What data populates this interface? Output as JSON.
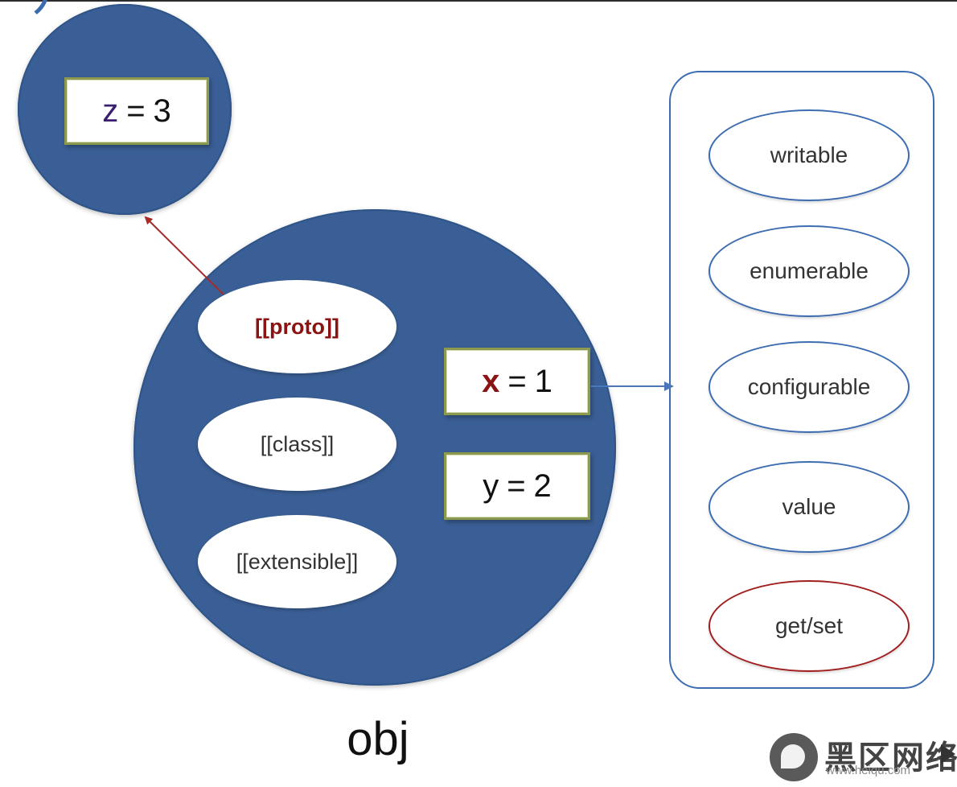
{
  "prototype_object": {
    "property": {
      "name": "z",
      "equals": "=",
      "value": "3"
    }
  },
  "object": {
    "label": "obj",
    "internal_slots": [
      {
        "id": "proto",
        "label": "[[proto]]"
      },
      {
        "id": "class",
        "label": "[[class]]"
      },
      {
        "id": "extensible",
        "label": "[[extensible]]"
      }
    ],
    "properties": [
      {
        "name": "x",
        "equals": "=",
        "value": "1"
      },
      {
        "name": "y",
        "equals": "=",
        "value": "2"
      }
    ]
  },
  "descriptor": {
    "attributes": [
      "writable",
      "enumerable",
      "configurable",
      "value",
      "get/set"
    ]
  },
  "watermark": {
    "title": "黑区网络",
    "subtitle": "www.heiqu.com"
  },
  "colors": {
    "object_fill": "#3a5f96",
    "descriptor_border": "#3d6db1",
    "accessor_border": "#a11f1f",
    "proto_arrow": "#a52a2a",
    "property_arrow": "#4a78b8",
    "value_box_border": "#8b9a4c"
  }
}
